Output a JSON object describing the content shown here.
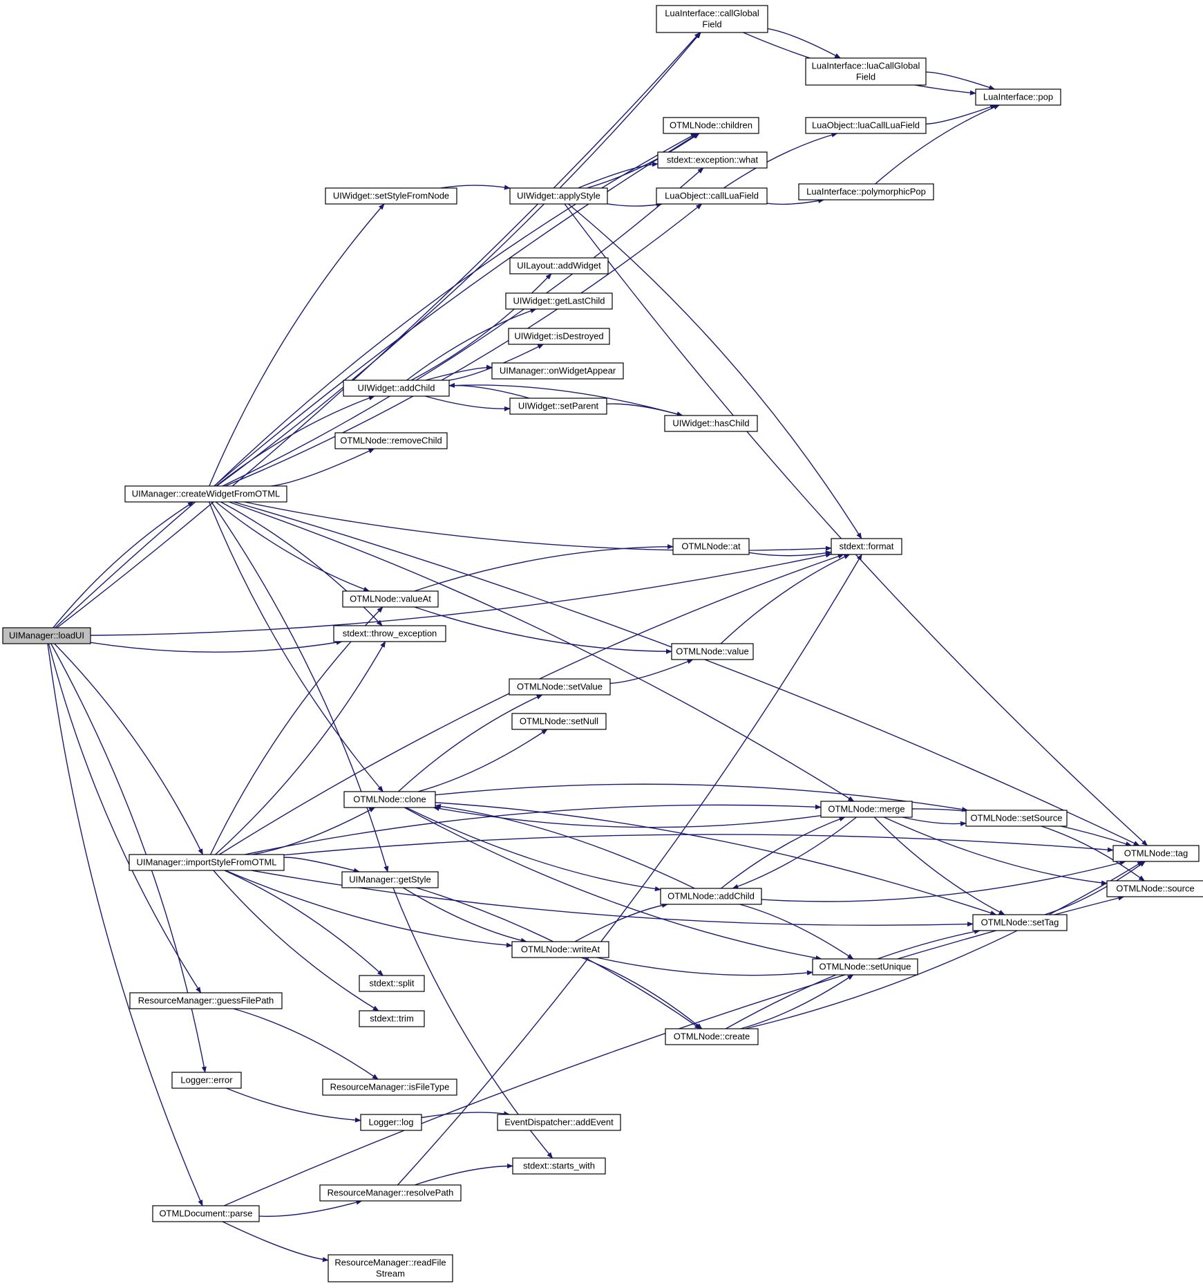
{
  "graph": {
    "title": "",
    "colors": {
      "edge": "#191970",
      "node_border_default": "#000000",
      "node_border_truncated": "#ff0000",
      "node_fill_root": "#bfbfbf",
      "node_fill": "#ffffff"
    },
    "nodes": [
      {
        "id": "loadUI",
        "lines": [
          "UIManager::loadUI"
        ],
        "style": "root"
      },
      {
        "id": "callGlobalField",
        "lines": [
          "LuaInterface::callGlobal",
          "Field"
        ],
        "style": "normal"
      },
      {
        "id": "luaCallGlobalField",
        "lines": [
          "LuaInterface::luaCallGlobal",
          "Field"
        ],
        "style": "truncated"
      },
      {
        "id": "pop",
        "lines": [
          "LuaInterface::pop"
        ],
        "style": "truncated"
      },
      {
        "id": "children",
        "lines": [
          "OTMLNode::children"
        ],
        "style": "normal"
      },
      {
        "id": "luaCallLuaField",
        "lines": [
          "LuaObject::luaCallLuaField"
        ],
        "style": "truncated"
      },
      {
        "id": "what",
        "lines": [
          "stdext::exception::what"
        ],
        "style": "normal"
      },
      {
        "id": "setStyleFromNode",
        "lines": [
          "UIWidget::setStyleFromNode"
        ],
        "style": "normal"
      },
      {
        "id": "applyStyle",
        "lines": [
          "UIWidget::applyStyle"
        ],
        "style": "truncated"
      },
      {
        "id": "callLuaField",
        "lines": [
          "LuaObject::callLuaField"
        ],
        "style": "normal"
      },
      {
        "id": "polymorphicPop",
        "lines": [
          "LuaInterface::polymorphicPop"
        ],
        "style": "normal"
      },
      {
        "id": "addWidget",
        "lines": [
          "UILayout::addWidget"
        ],
        "style": "normal"
      },
      {
        "id": "getLastChild",
        "lines": [
          "UIWidget::getLastChild"
        ],
        "style": "truncated"
      },
      {
        "id": "isDestroyed",
        "lines": [
          "UIWidget::isDestroyed"
        ],
        "style": "normal"
      },
      {
        "id": "onWidgetAppear",
        "lines": [
          "UIManager::onWidgetAppear"
        ],
        "style": "truncated"
      },
      {
        "id": "wAddChild",
        "lines": [
          "UIWidget::addChild"
        ],
        "style": "normal"
      },
      {
        "id": "setParent",
        "lines": [
          "UIWidget::setParent"
        ],
        "style": "truncated"
      },
      {
        "id": "hasChild",
        "lines": [
          "UIWidget::hasChild"
        ],
        "style": "normal"
      },
      {
        "id": "removeChild",
        "lines": [
          "OTMLNode::removeChild"
        ],
        "style": "normal"
      },
      {
        "id": "createWidget",
        "lines": [
          "UIManager::createWidgetFromOTML"
        ],
        "style": "normal"
      },
      {
        "id": "at",
        "lines": [
          "OTMLNode::at"
        ],
        "style": "truncated"
      },
      {
        "id": "format",
        "lines": [
          "stdext::format"
        ],
        "style": "normal"
      },
      {
        "id": "valueAt",
        "lines": [
          "OTMLNode::valueAt"
        ],
        "style": "normal"
      },
      {
        "id": "throwEx",
        "lines": [
          "stdext::throw_exception"
        ],
        "style": "normal"
      },
      {
        "id": "value",
        "lines": [
          "OTMLNode::value"
        ],
        "style": "truncated"
      },
      {
        "id": "setValue",
        "lines": [
          "OTMLNode::setValue"
        ],
        "style": "normal"
      },
      {
        "id": "setNull",
        "lines": [
          "OTMLNode::setNull"
        ],
        "style": "normal"
      },
      {
        "id": "clone",
        "lines": [
          "OTMLNode::clone"
        ],
        "style": "normal"
      },
      {
        "id": "merge",
        "lines": [
          "OTMLNode::merge"
        ],
        "style": "normal"
      },
      {
        "id": "setSource",
        "lines": [
          "OTMLNode::setSource"
        ],
        "style": "normal"
      },
      {
        "id": "tag",
        "lines": [
          "OTMLNode::tag"
        ],
        "style": "normal"
      },
      {
        "id": "source",
        "lines": [
          "OTMLNode::source"
        ],
        "style": "normal"
      },
      {
        "id": "importStyle",
        "lines": [
          "UIManager::importStyleFromOTML"
        ],
        "style": "normal"
      },
      {
        "id": "getStyle",
        "lines": [
          "UIManager::getStyle"
        ],
        "style": "normal"
      },
      {
        "id": "nAddChild",
        "lines": [
          "OTMLNode::addChild"
        ],
        "style": "truncated"
      },
      {
        "id": "setTag",
        "lines": [
          "OTMLNode::setTag"
        ],
        "style": "normal"
      },
      {
        "id": "writeAt",
        "lines": [
          "OTMLNode::writeAt"
        ],
        "style": "truncated"
      },
      {
        "id": "setUnique",
        "lines": [
          "OTMLNode::setUnique"
        ],
        "style": "normal"
      },
      {
        "id": "split",
        "lines": [
          "stdext::split"
        ],
        "style": "normal"
      },
      {
        "id": "trim",
        "lines": [
          "stdext::trim"
        ],
        "style": "normal"
      },
      {
        "id": "guessFilePath",
        "lines": [
          "ResourceManager::guessFilePath"
        ],
        "style": "normal"
      },
      {
        "id": "create",
        "lines": [
          "OTMLNode::create"
        ],
        "style": "normal"
      },
      {
        "id": "isFileType",
        "lines": [
          "ResourceManager::isFileType"
        ],
        "style": "truncated"
      },
      {
        "id": "error",
        "lines": [
          "Logger::error"
        ],
        "style": "normal"
      },
      {
        "id": "log",
        "lines": [
          "Logger::log"
        ],
        "style": "truncated"
      },
      {
        "id": "addEvent",
        "lines": [
          "EventDispatcher::addEvent"
        ],
        "style": "normal"
      },
      {
        "id": "startsWith",
        "lines": [
          "stdext::starts_with"
        ],
        "style": "normal"
      },
      {
        "id": "resolvePath",
        "lines": [
          "ResourceManager::resolvePath"
        ],
        "style": "truncated"
      },
      {
        "id": "parse",
        "lines": [
          "OTMLDocument::parse"
        ],
        "style": "normal"
      },
      {
        "id": "readFileStream",
        "lines": [
          "ResourceManager::readFile",
          "Stream"
        ],
        "style": "truncated"
      }
    ],
    "edges": [
      {
        "from": "loadUI",
        "to": "callGlobalField"
      },
      {
        "from": "loadUI",
        "to": "children"
      },
      {
        "from": "loadUI",
        "to": "format"
      },
      {
        "from": "loadUI",
        "to": "createWidget"
      },
      {
        "from": "loadUI",
        "to": "throwEx"
      },
      {
        "from": "loadUI",
        "to": "importStyle"
      },
      {
        "from": "loadUI",
        "to": "guessFilePath"
      },
      {
        "from": "loadUI",
        "to": "error"
      },
      {
        "from": "loadUI",
        "to": "parse"
      },
      {
        "from": "callGlobalField",
        "to": "luaCallGlobalField"
      },
      {
        "from": "callGlobalField",
        "to": "pop"
      },
      {
        "from": "luaCallGlobalField",
        "to": "pop"
      },
      {
        "from": "luaCallLuaField",
        "to": "pop"
      },
      {
        "from": "setStyleFromNode",
        "to": "applyStyle"
      },
      {
        "from": "applyStyle",
        "to": "children"
      },
      {
        "from": "applyStyle",
        "to": "what"
      },
      {
        "from": "applyStyle",
        "to": "callLuaField"
      },
      {
        "from": "applyStyle",
        "to": "format"
      },
      {
        "from": "applyStyle",
        "to": "tag"
      },
      {
        "from": "callLuaField",
        "to": "luaCallLuaField"
      },
      {
        "from": "callLuaField",
        "to": "polymorphicPop"
      },
      {
        "from": "polymorphicPop",
        "to": "pop"
      },
      {
        "from": "wAddChild",
        "to": "addWidget"
      },
      {
        "from": "wAddChild",
        "to": "getLastChild"
      },
      {
        "from": "wAddChild",
        "to": "isDestroyed"
      },
      {
        "from": "wAddChild",
        "to": "onWidgetAppear"
      },
      {
        "from": "wAddChild",
        "to": "setParent"
      },
      {
        "from": "wAddChild",
        "to": "hasChild"
      },
      {
        "from": "setParent",
        "to": "wAddChild"
      },
      {
        "from": "setParent",
        "to": "hasChild"
      },
      {
        "from": "createWidget",
        "to": "callGlobalField"
      },
      {
        "from": "createWidget",
        "to": "children"
      },
      {
        "from": "createWidget",
        "to": "what"
      },
      {
        "from": "createWidget",
        "to": "setStyleFromNode"
      },
      {
        "from": "createWidget",
        "to": "callLuaField"
      },
      {
        "from": "createWidget",
        "to": "wAddChild"
      },
      {
        "from": "createWidget",
        "to": "removeChild"
      },
      {
        "from": "createWidget",
        "to": "tag"
      },
      {
        "from": "createWidget",
        "to": "format"
      },
      {
        "from": "createWidget",
        "to": "merge"
      },
      {
        "from": "createWidget",
        "to": "valueAt"
      },
      {
        "from": "createWidget",
        "to": "throwEx"
      },
      {
        "from": "createWidget",
        "to": "clone"
      },
      {
        "from": "createWidget",
        "to": "getStyle"
      },
      {
        "from": "at",
        "to": "format"
      },
      {
        "from": "valueAt",
        "to": "at"
      },
      {
        "from": "valueAt",
        "to": "value"
      },
      {
        "from": "value",
        "to": "format"
      },
      {
        "from": "setValue",
        "to": "value"
      },
      {
        "from": "clone",
        "to": "setValue"
      },
      {
        "from": "clone",
        "to": "setNull"
      },
      {
        "from": "clone",
        "to": "setSource"
      },
      {
        "from": "clone",
        "to": "nAddChild"
      },
      {
        "from": "clone",
        "to": "setTag"
      },
      {
        "from": "clone",
        "to": "setUnique"
      },
      {
        "from": "merge",
        "to": "clone"
      },
      {
        "from": "merge",
        "to": "setSource"
      },
      {
        "from": "merge",
        "to": "tag"
      },
      {
        "from": "merge",
        "to": "source"
      },
      {
        "from": "merge",
        "to": "nAddChild"
      },
      {
        "from": "merge",
        "to": "setTag"
      },
      {
        "from": "setSource",
        "to": "source"
      },
      {
        "from": "nAddChild",
        "to": "clone"
      },
      {
        "from": "nAddChild",
        "to": "merge"
      },
      {
        "from": "nAddChild",
        "to": "tag"
      },
      {
        "from": "nAddChild",
        "to": "setUnique"
      },
      {
        "from": "setTag",
        "to": "tag"
      },
      {
        "from": "importStyle",
        "to": "valueAt"
      },
      {
        "from": "importStyle",
        "to": "throwEx"
      },
      {
        "from": "importStyle",
        "to": "format"
      },
      {
        "from": "importStyle",
        "to": "clone"
      },
      {
        "from": "importStyle",
        "to": "getStyle"
      },
      {
        "from": "importStyle",
        "to": "writeAt"
      },
      {
        "from": "importStyle",
        "to": "split"
      },
      {
        "from": "importStyle",
        "to": "trim"
      },
      {
        "from": "importStyle",
        "to": "merge"
      },
      {
        "from": "importStyle",
        "to": "setTag"
      },
      {
        "from": "importStyle",
        "to": "tag"
      },
      {
        "from": "getStyle",
        "to": "writeAt"
      },
      {
        "from": "getStyle",
        "to": "create"
      },
      {
        "from": "getStyle",
        "to": "startsWith"
      },
      {
        "from": "writeAt",
        "to": "nAddChild"
      },
      {
        "from": "writeAt",
        "to": "setUnique"
      },
      {
        "from": "writeAt",
        "to": "create"
      },
      {
        "from": "create",
        "to": "setUnique"
      },
      {
        "from": "create",
        "to": "setTag"
      },
      {
        "from": "create",
        "to": "tag"
      },
      {
        "from": "guessFilePath",
        "to": "isFileType"
      },
      {
        "from": "error",
        "to": "log"
      },
      {
        "from": "log",
        "to": "addEvent"
      },
      {
        "from": "parse",
        "to": "resolvePath"
      },
      {
        "from": "parse",
        "to": "source"
      },
      {
        "from": "parse",
        "to": "readFileStream"
      },
      {
        "from": "resolvePath",
        "to": "startsWith"
      },
      {
        "from": "resolvePath",
        "to": "format"
      }
    ]
  }
}
